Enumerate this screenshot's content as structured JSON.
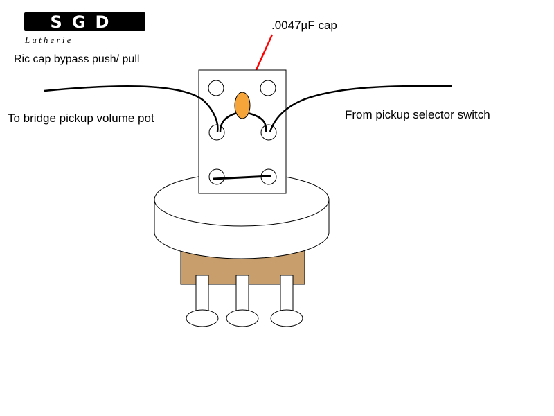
{
  "logo": {
    "mark": "SGD",
    "sub": "L u t h e r i e"
  },
  "title": "Ric cap bypass push/ pull",
  "labels": {
    "capacitor": ".0047µF cap",
    "left_wire": "To bridge pickup volume pot",
    "right_wire": "From pickup selector switch"
  },
  "colors": {
    "capacitor_fill": "#f6a53a",
    "pot_body": "#c79e6c",
    "arrow": "#ff0000",
    "wire": "#000000"
  }
}
